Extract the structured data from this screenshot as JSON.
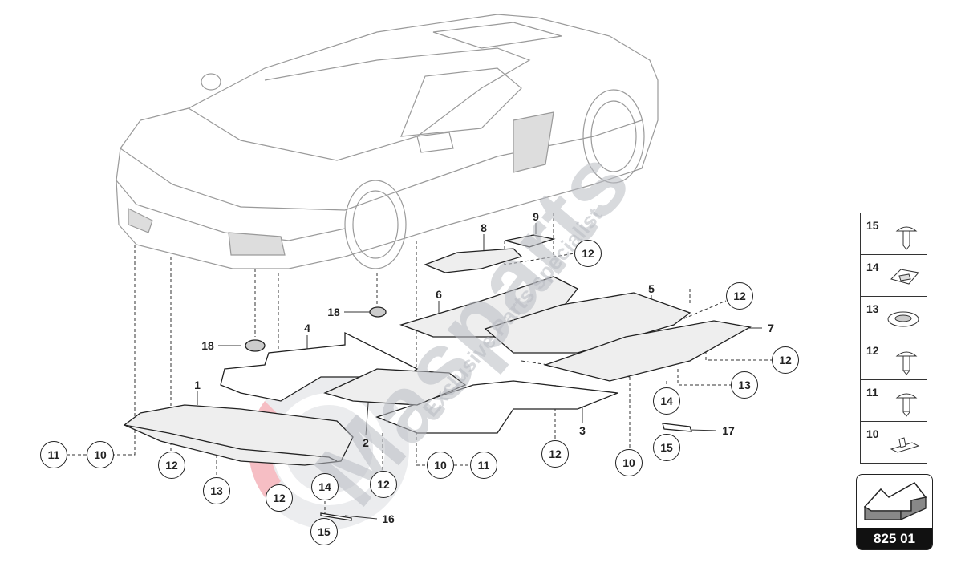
{
  "diagram": {
    "title": "Underbody protection panels",
    "callouts": [
      "11",
      "10",
      "12",
      "13",
      "12",
      "14",
      "12",
      "15",
      "10",
      "11",
      "12",
      "10",
      "15",
      "14",
      "13",
      "12",
      "12",
      "12"
    ],
    "part_labels": [
      "1",
      "2",
      "3",
      "4",
      "5",
      "6",
      "7",
      "8",
      "9",
      "16",
      "17",
      "18",
      "18"
    ]
  },
  "legend": {
    "items": [
      {
        "number": "15",
        "icon": "screw-icon"
      },
      {
        "number": "14",
        "icon": "clip-icon"
      },
      {
        "number": "13",
        "icon": "grommet-icon"
      },
      {
        "number": "12",
        "icon": "screw-icon"
      },
      {
        "number": "11",
        "icon": "screw-icon"
      },
      {
        "number": "10",
        "icon": "clip-nut-icon"
      }
    ]
  },
  "reference": {
    "number": "825 01",
    "icon": "arrow-icon"
  },
  "watermark": {
    "brand": "Masparts",
    "tagline": "Exclusive Parts specialist",
    "brand_color": "#e8485a"
  },
  "colors": {
    "line": "#222222",
    "car": "#9a9a9a"
  }
}
